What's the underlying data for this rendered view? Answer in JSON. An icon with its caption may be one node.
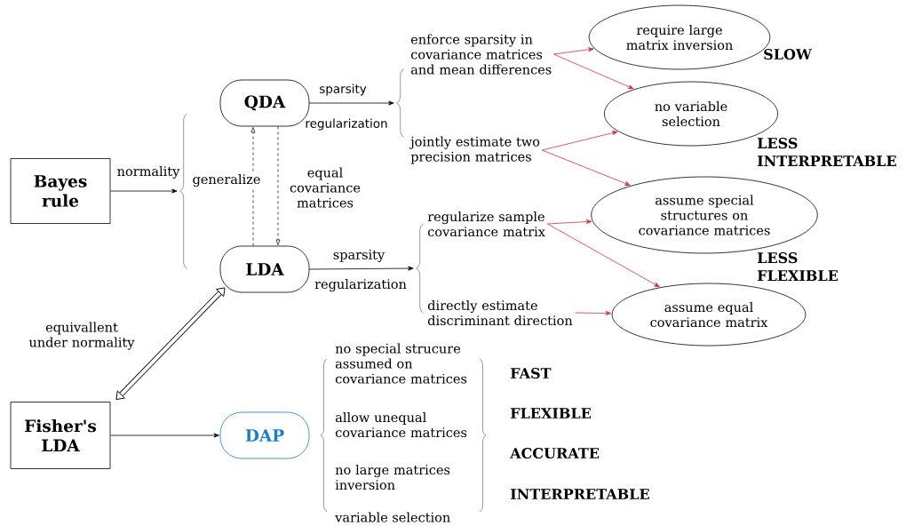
{
  "diagram": {
    "nodes": [
      {
        "text": [
          "Bayes rule"
        ]
      },
      {
        "text": [
          "QDA"
        ]
      },
      {
        "text": [
          "LDA"
        ]
      },
      {
        "text": [
          "Fisher's LDA"
        ]
      },
      {
        "text": [
          "DAP"
        ]
      },
      {
        "text": [
          "enforce sparsity in covariance matrices and mean differences"
        ]
      },
      {
        "text": [
          "jointly estimate two precision matrices"
        ]
      },
      {
        "text": [
          "regularize sample covariance matrix"
        ]
      },
      {
        "text": [
          "directly estimate discriminant direction"
        ]
      },
      {
        "text": [
          "require large matrix inversion"
        ]
      },
      {
        "text": [
          "no variable selection"
        ]
      },
      {
        "text": [
          "assume special structures on covariance matrices"
        ]
      },
      {
        "text": [
          "assume equal covariance matrix"
        ]
      },
      {
        "text": [],
        "shape": "brace"
      },
      {
        "text": [],
        "shape": "brace"
      },
      {
        "text": [],
        "shape": "brace"
      }
    ],
    "edges": [
      {
        "from": 0,
        "to": 13,
        "arrow": "to",
        "label": "normality"
      },
      {
        "from": 2,
        "to": 1,
        "arrow": "to",
        "style": "dashed"
      },
      {
        "from": 1,
        "to": 2,
        "arrow": "to",
        "style": "dashed",
        "label": "equal covariance matrices"
      },
      {
        "from": 1,
        "to": 14,
        "arrow": "to",
        "label": "sparsity"
      },
      {
        "from": 2,
        "to": 15,
        "arrow": "to",
        "label": "sparsity"
      },
      {
        "from": 3,
        "to": 2,
        "arrow": "both",
        "style": "thick",
        "label": "equivallent under normality"
      },
      {
        "from": 3,
        "to": 4,
        "arrow": "to"
      },
      {
        "from": 5,
        "to": 9,
        "arrow": "to",
        "color": "#d0313d"
      },
      {
        "from": 5,
        "to": 10,
        "arrow": "to",
        "color": "#d0313d"
      },
      {
        "from": 6,
        "to": 10,
        "arrow": "to",
        "color": "#d0313d"
      },
      {
        "from": 6,
        "to": 11,
        "arrow": "to",
        "color": "#d0313d"
      },
      {
        "from": 7,
        "to": 11,
        "arrow": "to",
        "color": "#d0313d"
      },
      {
        "from": 7,
        "to": 12,
        "arrow": "to",
        "color": "#d0313d"
      },
      {
        "from": 8,
        "to": 12,
        "arrow": "to",
        "color": "#d0313d"
      }
    ],
    "labels": [
      "SLOW",
      "regularization",
      "generalize",
      "LESS INTERPRETABLE",
      "regularization",
      "LESS FLEXIBLE",
      "no special strucure assumed on covariance matrices",
      "FAST",
      "allow unequal covariance matrices",
      "FLEXIBLE",
      "ACCURATE",
      "no large matrices inversion",
      "INTERPRETABLE",
      "variable selection"
    ]
  }
}
